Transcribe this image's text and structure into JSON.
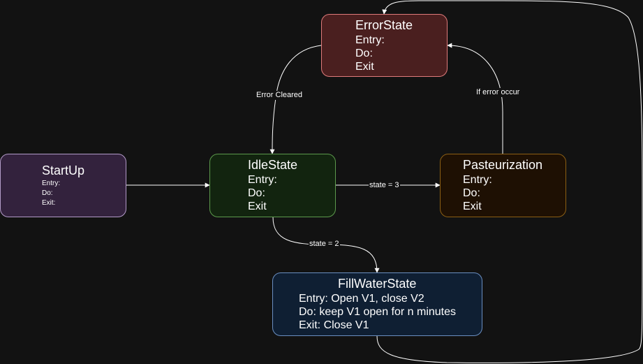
{
  "diagram": {
    "nodes": {
      "error": {
        "title": "ErrorState",
        "entry": "Entry:",
        "do": "Do:",
        "exit": "Exit"
      },
      "start": {
        "title": "StartUp",
        "entry": "Entry:",
        "do": "Do:",
        "exit": "Exit:"
      },
      "idle": {
        "title": "IdleState",
        "entry": "Entry:",
        "do": "Do:",
        "exit": "Exit"
      },
      "pasteurization": {
        "title": "Pasteurization",
        "entry": "Entry:",
        "do": "Do:",
        "exit": "Exit"
      },
      "fill": {
        "title": "FillWaterState",
        "entry": "Entry: Open V1, close V2",
        "do": "Do: keep V1 open for n minutes",
        "exit": "Exit: Close V1"
      }
    },
    "edges": [
      {
        "from": "StartUp",
        "to": "IdleState",
        "label": ""
      },
      {
        "from": "IdleState",
        "to": "Pasteurization",
        "label": "state = 3"
      },
      {
        "from": "IdleState",
        "to": "FillWaterState",
        "label": "state = 2"
      },
      {
        "from": "Pasteurization",
        "to": "ErrorState",
        "label": "If error occur"
      },
      {
        "from": "ErrorState",
        "to": "IdleState",
        "label": "Error Cleared"
      },
      {
        "from": "FillWaterState",
        "to": "ErrorState",
        "label": ""
      }
    ]
  }
}
